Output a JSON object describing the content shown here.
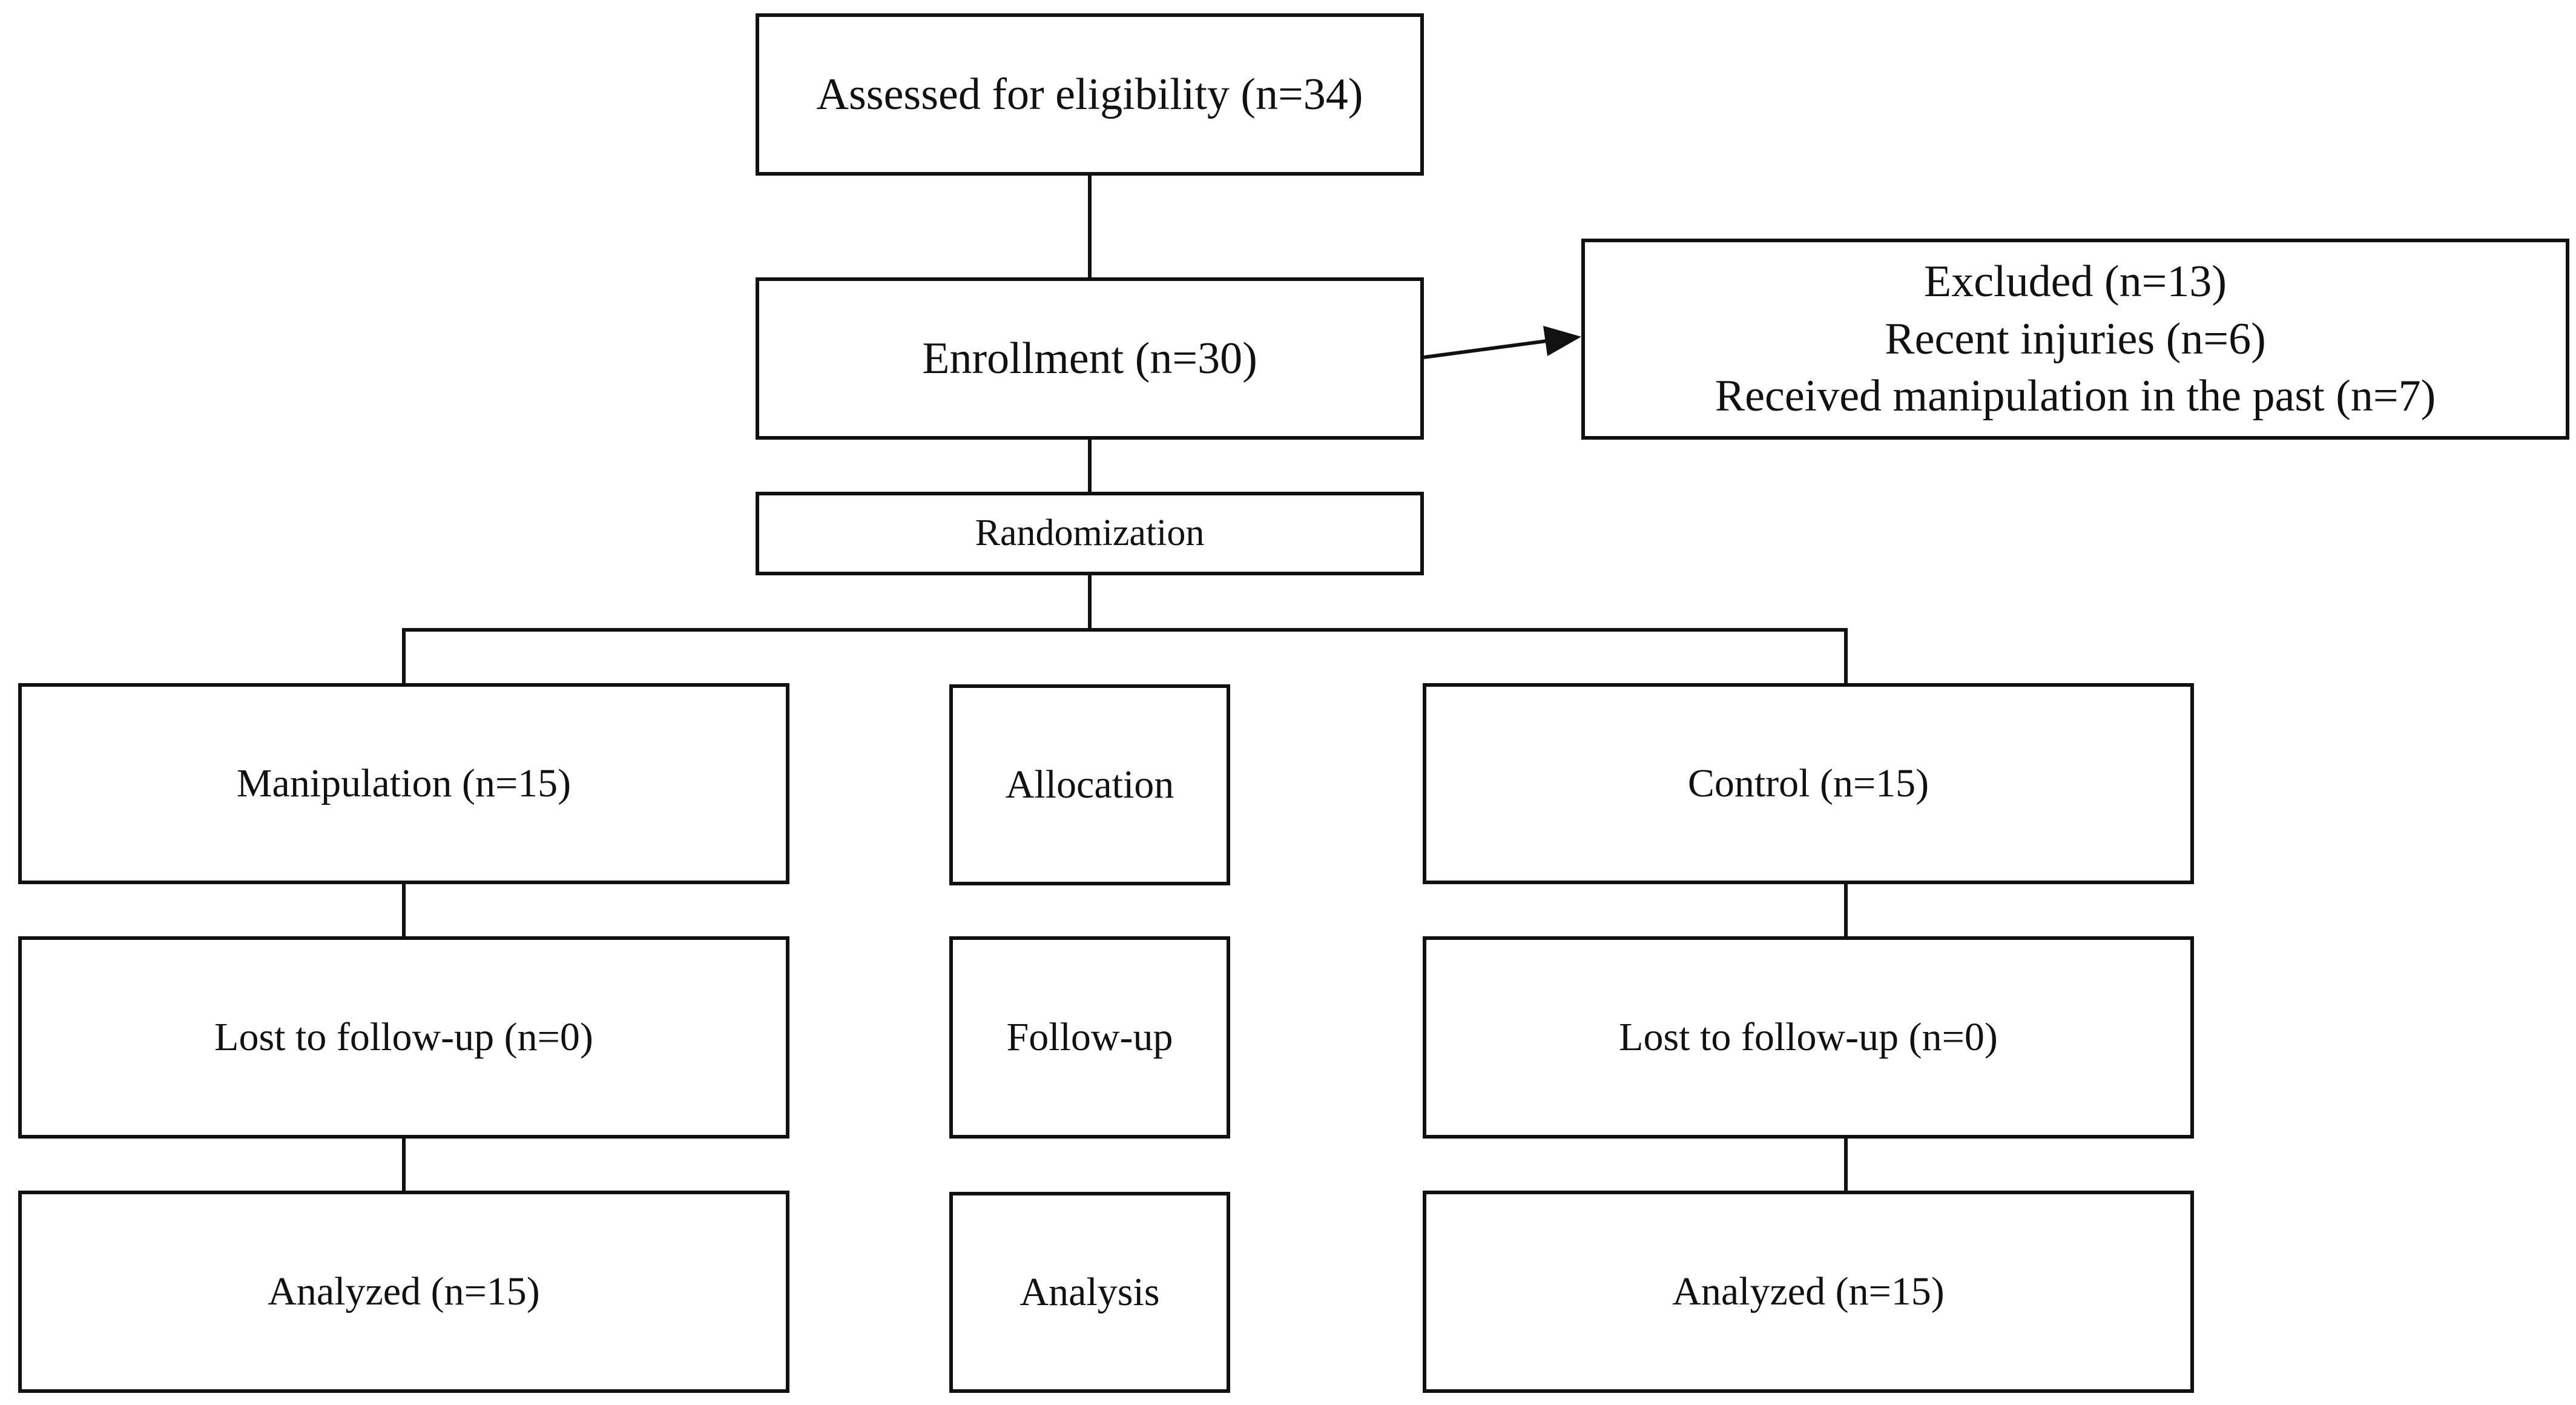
{
  "flowchart": {
    "assessed": "Assessed for eligibility (n=34)",
    "enrollment": "Enrollment (n=30)",
    "excluded": {
      "title": "Excluded (n=13)",
      "reason_1": "Recent injuries (n=6)",
      "reason_2": "Received manipulation in the past (n=7)"
    },
    "randomization": "Randomization",
    "stages": {
      "allocation": "Allocation",
      "follow_up": "Follow-up",
      "analysis": "Analysis"
    },
    "manipulation_arm": {
      "allocated": "Manipulation (n=15)",
      "lost": "Lost to follow-up (n=0)",
      "analyzed": "Analyzed (n=15)"
    },
    "control_arm": {
      "allocated": "Control (n=15)",
      "lost": "Lost to follow-up (n=0)",
      "analyzed": "Analyzed (n=15)"
    }
  }
}
